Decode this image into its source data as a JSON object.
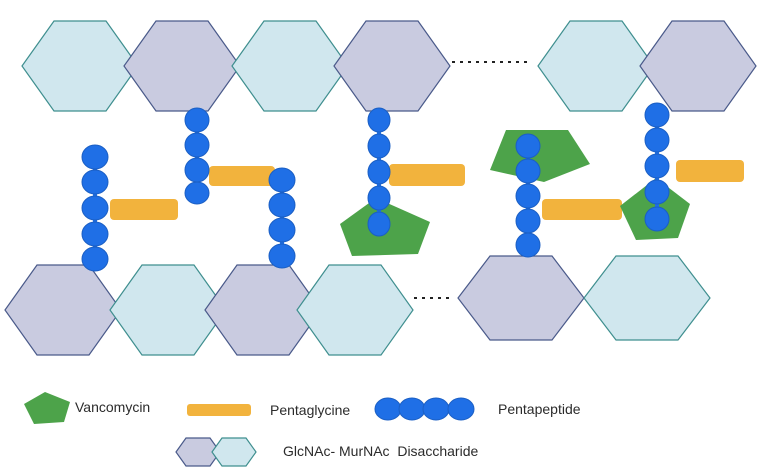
{
  "colors": {
    "glcnac": "#d0e7ee",
    "murnac": "#c9cbe0",
    "glcnac_stroke": "#3f8f8f",
    "murnac_stroke": "#4a5a8a",
    "pentapeptide": "#1f6fe6",
    "pentapeptide_stroke": "#1b5fc4",
    "pentaglycine": "#f2b33d",
    "vancomycin": "#4da34a",
    "dots": "#222222"
  },
  "icons": {
    "vancomycin": "pentagon-icon",
    "pentaglycine": "rounded-bar-icon",
    "pentapeptide": "bead-chain-icon",
    "disaccharide": "hexagon-pair-icon"
  },
  "legend": {
    "vancomycin": "Vancomycin",
    "pentaglycine": "Pentaglycine",
    "pentapeptide": "Pentapeptide",
    "disaccharide": "GlcNAc- MurNAc  Disaccharide"
  }
}
